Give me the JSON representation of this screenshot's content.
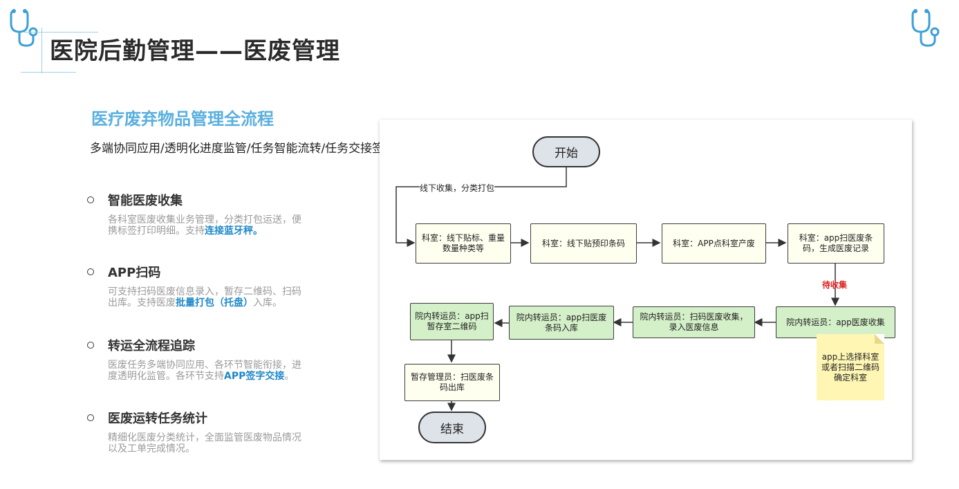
{
  "header": {
    "title": "医院后勤管理——医废管理"
  },
  "section": {
    "title": "医疗废弃物品管理全流程",
    "subtitle": "多端协同应用/透明化进度监管/任务智能流转/任务交接签字"
  },
  "features": [
    {
      "title": "智能医废收集",
      "desc_before": "各科室医废收集业务管理，分类打包运送，便携标签打印明细。支持",
      "highlight": "连接蓝牙秤。",
      "desc_after": ""
    },
    {
      "title": "APP扫码",
      "desc_before": "可支持扫码医废信息录入，暂存二维码、扫码出库。支持医废",
      "highlight": "批量打包（托盘）",
      "desc_after": "入库。"
    },
    {
      "title": "转运全流程追踪",
      "desc_before": "医废任务多端协同应用、各环节智能衔接，进度透明化监管。各环节支持",
      "highlight": "APP签字交接",
      "desc_after": "。"
    },
    {
      "title": "医废运转任务统计",
      "desc_before": "精细化医废分类统计，全面监管医废物品情况以及工单完成情况。",
      "highlight": "",
      "desc_after": ""
    }
  ],
  "flowchart": {
    "start": "开始",
    "end": "结束",
    "edge_label": "线下收集，分类打包",
    "pending_label": "待收集",
    "nodes": {
      "n1": "科室：线下贴标、重量数量种类等",
      "n2": "科室：线下贴预印条码",
      "n3": "科室：APP点科室产废",
      "n4": "科室：app扫医废条码，生成医废记录",
      "n5": "院内转运员：app医废收集",
      "n6": "院内转运员：扫码医废收集，录入医废信息",
      "n7": "院内转运员：app扫医废条码入库",
      "n8": "院内转运员：app扫暂存室二维码",
      "n9": "暂存管理员：扫医废条码出库"
    },
    "note": "app上选择科室或者扫描二维码确定科室"
  },
  "colors": {
    "accent": "#5aafde",
    "highlight": "#1e88c8",
    "pending": "#e02020",
    "node_yellow": "#fffff0",
    "node_green": "#d4f0c8",
    "note": "#fff6b4"
  },
  "icons": {
    "left": "stethoscope-icon",
    "right": "stethoscope-icon"
  }
}
